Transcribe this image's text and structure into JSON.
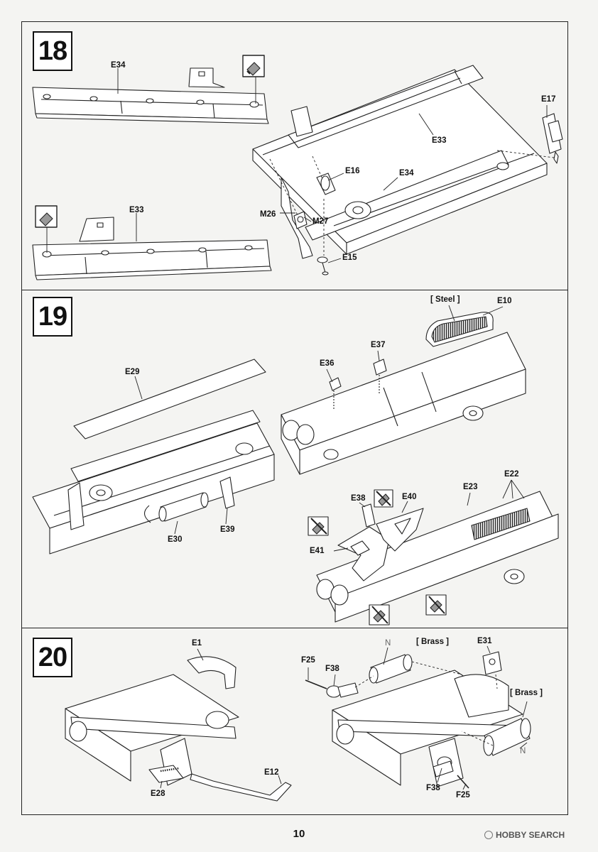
{
  "steps": [
    {
      "number": "18"
    },
    {
      "number": "19"
    },
    {
      "number": "20"
    }
  ],
  "labels": {
    "s18": {
      "e34_left": "E34",
      "e33_left": "E33",
      "e17": "E17",
      "e33": "E33",
      "e16": "E16",
      "e34": "E34",
      "m26": "M26",
      "m27": "M27",
      "e15": "E15"
    },
    "s19": {
      "steel": "[ Steel ]",
      "e10": "E10",
      "e37": "E37",
      "e36": "E36",
      "e29": "E29",
      "e30": "E30",
      "e39": "E39",
      "e22": "E22",
      "e23": "E23",
      "e38": "E38",
      "e40": "E40",
      "e41": "E41"
    },
    "s20": {
      "e1": "E1",
      "e28": "E28",
      "e12": "E12",
      "brass_top": "[ Brass ]",
      "n_top": "N",
      "e31": "E31",
      "f25_top": "F25",
      "f38_top": "F38",
      "brass_right": "[ Brass ]",
      "n_right": "N",
      "f38_bottom": "F38",
      "f25_bottom": "F25"
    }
  },
  "icons": [
    "cement-glue-icon",
    "no-glue-icon"
  ],
  "page_number": "10",
  "watermark": "HOBBY SEARCH",
  "colors": {
    "line": "#222222",
    "paper": "#f4f4f2",
    "part_fill": "#ffffff"
  }
}
